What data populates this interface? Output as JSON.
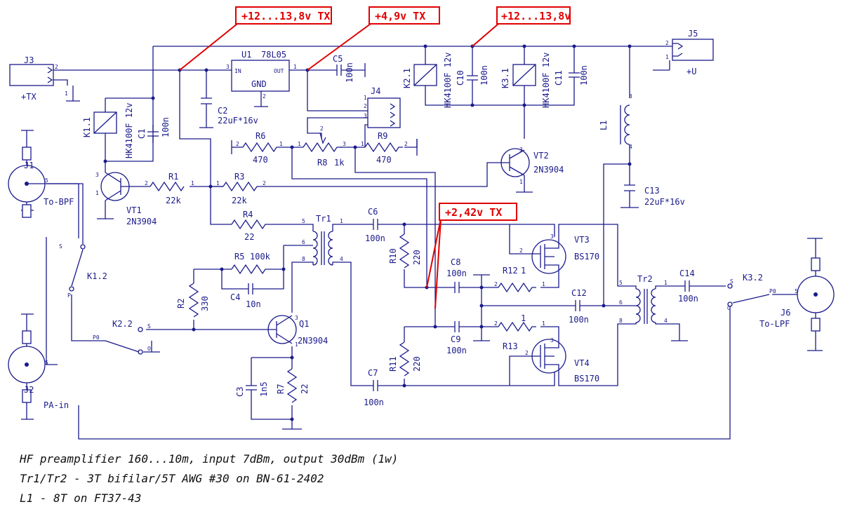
{
  "voltages": {
    "tx_rail": "+12...13,8v TX",
    "reg_out": "+4,9v TX",
    "main_rail": "+12...13,8v",
    "bias": "+2,42v TX"
  },
  "connectors": {
    "j3": {
      "ref": "J3",
      "net": "+TX"
    },
    "j5": {
      "ref": "J5",
      "net": "+U"
    },
    "j4": {
      "ref": "J4"
    },
    "j1": {
      "ref": "J1",
      "net": "To-BPF"
    },
    "j2": {
      "ref": "J2",
      "net": "PA-in"
    },
    "j6": {
      "ref": "J6",
      "net": "To-LPF"
    }
  },
  "regulator": {
    "ref": "U1",
    "part": "78L05",
    "in": "IN",
    "out": "OUT",
    "gnd": "GND"
  },
  "resistors": {
    "r1": {
      "ref": "R1",
      "value": "22k"
    },
    "r2": {
      "ref": "R2",
      "value": "330"
    },
    "r3": {
      "ref": "R3",
      "value": "22k"
    },
    "r4": {
      "ref": "R4",
      "value": "22"
    },
    "r5": {
      "ref": "R5",
      "value": "100k"
    },
    "r6": {
      "ref": "R6",
      "value": "470"
    },
    "r7": {
      "ref": "R7",
      "value": "22"
    },
    "r8": {
      "ref": "R8",
      "value": "1k"
    },
    "r9": {
      "ref": "R9",
      "value": "470"
    },
    "r10": {
      "ref": "R10",
      "value": "220"
    },
    "r11": {
      "ref": "R11",
      "value": "220"
    },
    "r12": {
      "ref": "R12",
      "value": "1"
    },
    "r13": {
      "ref": "R13",
      "value": "1"
    }
  },
  "capacitors": {
    "c1": {
      "ref": "C1",
      "value": "100n"
    },
    "c2": {
      "ref": "C2",
      "value": "22uF*16v"
    },
    "c3": {
      "ref": "C3",
      "value": "1n5"
    },
    "c4": {
      "ref": "C4",
      "value": "10n"
    },
    "c5": {
      "ref": "C5",
      "value": "100n"
    },
    "c6": {
      "ref": "C6",
      "value": "100n"
    },
    "c7": {
      "ref": "C7",
      "value": "100n"
    },
    "c8": {
      "ref": "C8",
      "value": "100n"
    },
    "c9": {
      "ref": "C9",
      "value": "100n"
    },
    "c10": {
      "ref": "C10",
      "value": "100n"
    },
    "c11": {
      "ref": "C11",
      "value": "100n"
    },
    "c12": {
      "ref": "C12",
      "value": "100n"
    },
    "c13": {
      "ref": "C13",
      "value": "22uF*16v"
    },
    "c14": {
      "ref": "C14",
      "value": "100n"
    }
  },
  "transistors": {
    "vt1": {
      "ref": "VT1",
      "part": "2N3904"
    },
    "vt2": {
      "ref": "VT2",
      "part": "2N3904"
    },
    "q1": {
      "ref": "Q1",
      "part": "2N3904"
    },
    "vt3": {
      "ref": "VT3",
      "part": "BS170"
    },
    "vt4": {
      "ref": "VT4",
      "part": "BS170"
    }
  },
  "relays": {
    "k1": {
      "ref": "K1.1",
      "part": "HK4100F 12v"
    },
    "k2": {
      "ref": "K2.1",
      "part": "HK4100F 12v"
    },
    "k3": {
      "ref": "K3.1",
      "part": "HK4100F 12v"
    },
    "k12": {
      "ref": "K1.2"
    },
    "k22": {
      "ref": "K2.2"
    },
    "k32": {
      "ref": "K3.2"
    }
  },
  "magnetics": {
    "tr1": "Tr1",
    "tr2": "Tr2",
    "l1": "L1"
  },
  "notes": [
    "HF preamplifier 160...10m, input 7dBm, output 30dBm (1w)",
    "Tr1/Tr2 - 3T bifilar/5T AWG #30 on BN-61-2402",
    "L1 - 8T on FT37-43"
  ]
}
